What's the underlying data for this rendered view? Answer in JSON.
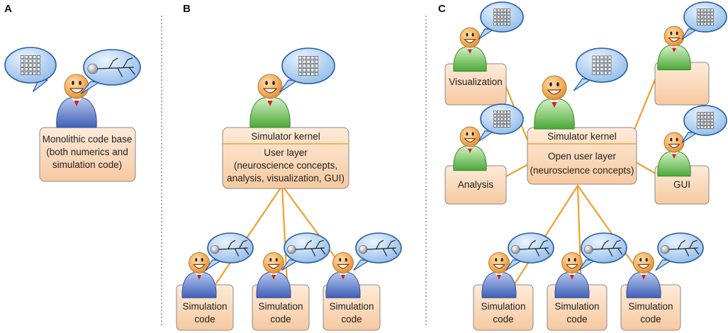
{
  "panels": {
    "a": {
      "letter": "A",
      "box_lines": [
        "Monolithic code base",
        "(both numerics and",
        "simulation code)"
      ]
    },
    "b": {
      "letter": "B",
      "kernel_label": "Simulator kernel",
      "user_layer_lines": [
        "User layer",
        "(neuroscience concepts,",
        "analysis, visualization, GUI)"
      ],
      "sim_boxes": [
        [
          "Simulation",
          "code"
        ],
        [
          "Simulation",
          "code"
        ],
        [
          "Simulation",
          "code"
        ]
      ]
    },
    "c": {
      "letter": "C",
      "kernel_label": "Simulator kernel",
      "user_layer_lines": [
        "Open user layer",
        "(neuroscience concepts)"
      ],
      "module_labels": {
        "visualization": "Visualization",
        "analysis": "Analysis",
        "gui": "GUI",
        "unlabeled": ""
      },
      "sim_boxes": [
        [
          "Simulation",
          "code"
        ],
        [
          "Simulation",
          "code"
        ],
        [
          "Simulation",
          "code"
        ]
      ]
    }
  },
  "colors": {
    "box_fill_top": "#fde9d6",
    "box_fill_bottom": "#f6c79c",
    "box_stroke": "#8a8a8a",
    "connector": "#f0a030",
    "separator": "#555555",
    "bubble_fill": "#a9ccf0",
    "bubble_stroke": "#2a5aa0",
    "head": "#f6b56a",
    "body_blue": "#5a78c8",
    "body_green": "#6cc35a",
    "tie": "#cc2222"
  }
}
